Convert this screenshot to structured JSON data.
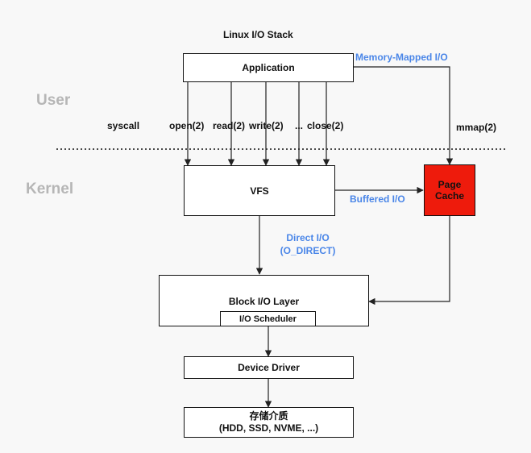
{
  "title": "Linux I/O Stack",
  "layers": {
    "user": "User",
    "kernel": "Kernel"
  },
  "boxes": {
    "application": "Application",
    "vfs": "VFS",
    "page_cache_line1": "Page",
    "page_cache_line2": "Cache",
    "block_io_layer": "Block I/O Layer",
    "io_scheduler": "I/O Scheduler",
    "device_driver": "Device Driver",
    "storage_line1": "存储介质",
    "storage_line2": "(HDD, SSD, NVME, ...)"
  },
  "labels": {
    "syscall": "syscall",
    "open": "open(2)",
    "read": "read(2)",
    "write": "write(2)",
    "ellipsis": "...",
    "close": "close(2)",
    "mmap": "mmap(2)",
    "memory_mapped_io": "Memory-Mapped I/O",
    "buffered_io": "Buffered I/O",
    "direct_io_line1": "Direct I/O",
    "direct_io_line2": "(O_DIRECT)"
  },
  "colors": {
    "accent_blue": "#4a86e8",
    "page_cache_red": "#ee1b0c",
    "layer_gray": "#b6b6b6"
  }
}
